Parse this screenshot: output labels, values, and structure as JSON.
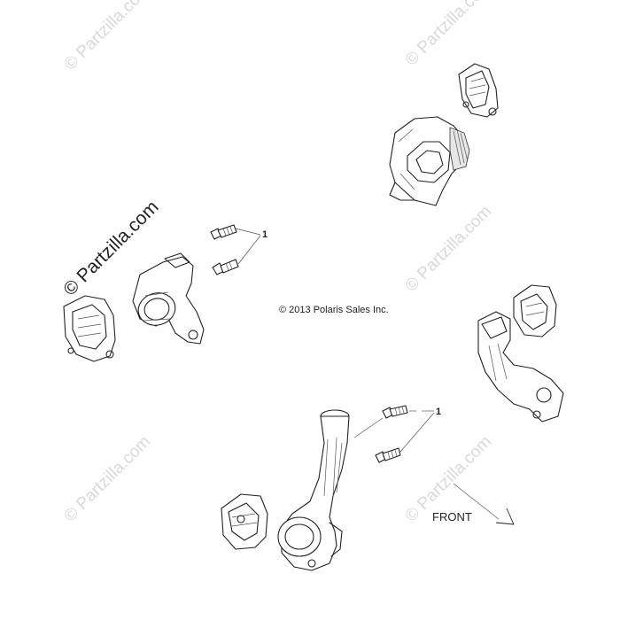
{
  "watermark": {
    "text": "© Partzilla.com",
    "big_text": "© Partzilla.com"
  },
  "copyright": "© 2013 Polaris Sales Inc.",
  "callouts": {
    "upper_ref": "1",
    "lower_ref": "1"
  },
  "orientation": {
    "label": "FRONT"
  }
}
